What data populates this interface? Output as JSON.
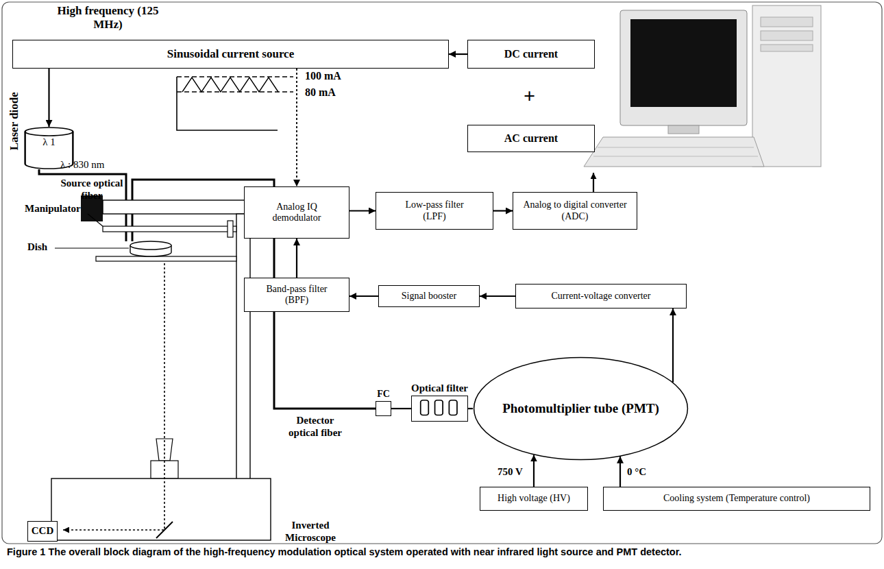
{
  "diagram": {
    "caption": "Figure 1 The overall block diagram of the high-frequency modulation optical system operated with near infrared light source and PMT detector.",
    "nodes": [
      {
        "text": [
          "Sinusoidal current source"
        ]
      },
      {
        "text": [
          "DC current"
        ]
      },
      {
        "text": [
          "AC current"
        ]
      },
      {
        "text": [
          "λ 1",
          "Laser diode"
        ]
      },
      {
        "text": [
          "Analog IQ demodulator"
        ]
      },
      {
        "text": [
          "Low-pass filter (LPF)"
        ]
      },
      {
        "text": [
          "Analog to digital converter (ADC)"
        ]
      },
      {
        "text": [
          "Band-pass filter (BPF)"
        ]
      },
      {
        "text": [
          "Signal booster"
        ]
      },
      {
        "text": [
          "Current-voltage converter"
        ]
      },
      {
        "text": [
          "FC"
        ]
      },
      {
        "text": [
          "Optical filter"
        ]
      },
      {
        "text": [
          "Photomultiplier tube (PMT)"
        ]
      },
      {
        "text": [
          "High voltage (HV)"
        ]
      },
      {
        "text": [
          "Cooling system (Temperature control)"
        ]
      },
      {
        "text": [
          "CCD"
        ]
      }
    ],
    "edges": [
      {
        "from": 1,
        "to": 0,
        "arrow": "to"
      },
      {
        "from": 0,
        "to": 3,
        "arrow": "to"
      },
      {
        "from": 0,
        "to": 4,
        "arrow": "to"
      },
      {
        "from": 4,
        "to": 5,
        "arrow": "to"
      },
      {
        "from": 5,
        "to": 6,
        "arrow": "to"
      },
      {
        "from": 7,
        "to": 4,
        "arrow": "to"
      },
      {
        "from": 8,
        "to": 7,
        "arrow": "to"
      },
      {
        "from": 9,
        "to": 8,
        "arrow": "to"
      },
      {
        "from": 12,
        "to": 9,
        "arrow": "to"
      },
      {
        "from": 13,
        "to": 12,
        "arrow": "to"
      },
      {
        "from": 14,
        "to": 12,
        "arrow": "to"
      },
      {
        "from": 10,
        "to": 11,
        "arrow": "none"
      },
      {
        "from": 11,
        "to": 12,
        "arrow": "none"
      }
    ],
    "labels": [
      "High frequency (125 MHz)",
      "100 mA",
      "80 mA",
      "+",
      "λ : 830 nm",
      "Source optical fiber",
      "Manipulator",
      "Dish",
      "Inverted Microscope",
      "Detector optical fiber",
      "750 V",
      "0 °C"
    ]
  }
}
